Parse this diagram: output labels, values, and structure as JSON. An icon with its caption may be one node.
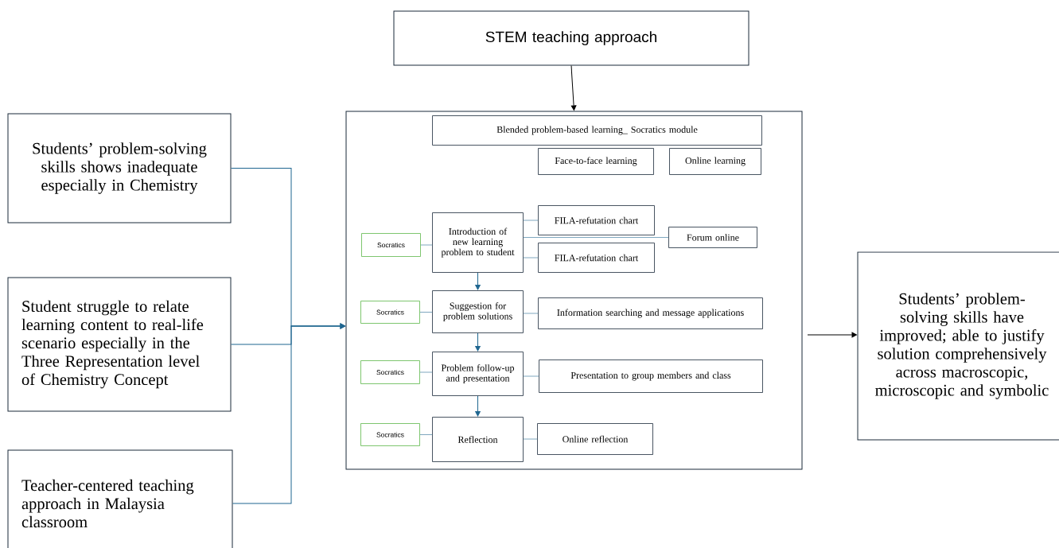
{
  "diagram": {
    "nodes": [
      {
        "text": [
          "STEM teaching approach"
        ]
      },
      {
        "text": [
          "Students’ problem-solving skills shows inadequate especially in Chemistry"
        ]
      },
      {
        "text": [
          "Student struggle to relate learning content to real-life scenario especially in the Three Representation level of Chemistry Concept"
        ]
      },
      {
        "text": [
          "Teacher-centered teaching approach in Malaysia classroom"
        ]
      },
      {
        "text": [],
        "shape": "box"
      },
      {
        "text": [
          "Blended problem-based learning_ Socratics module"
        ],
        "in": 4
      },
      {
        "text": [
          "Face-to-face learning"
        ],
        "in": 4
      },
      {
        "text": [
          "Online  learning"
        ],
        "in": 4
      },
      {
        "text": [
          "Socratics"
        ],
        "in": 4
      },
      {
        "text": [
          "Introduction of new learning problem to student"
        ],
        "in": 4
      },
      {
        "text": [
          "FILA-refutation chart"
        ],
        "in": 4
      },
      {
        "text": [
          "Forum online"
        ],
        "in": 4
      },
      {
        "text": [
          "FILA-refutation chart"
        ],
        "in": 4
      },
      {
        "text": [
          "Socratics"
        ],
        "in": 4
      },
      {
        "text": [
          "Suggestion for problem solutions"
        ],
        "in": 4
      },
      {
        "text": [
          "Information searching and message applications"
        ],
        "in": 4
      },
      {
        "text": [
          "Socratics"
        ],
        "in": 4
      },
      {
        "text": [
          "Problem follow-up and presentation"
        ],
        "in": 4
      },
      {
        "text": [
          "Presentation to group members and class"
        ],
        "in": 4
      },
      {
        "text": [
          "Socratics"
        ],
        "in": 4
      },
      {
        "text": [
          "Reflection"
        ],
        "in": 4
      },
      {
        "text": [
          "Online reflection"
        ],
        "in": 4
      },
      {
        "text": [
          "Students’ problem-solving skills have improved; able to justify solution comprehensively across macroscopic, microscopic and symbolic"
        ]
      }
    ],
    "edges": [
      {
        "from": 0,
        "to": 4,
        "arrow": "to",
        "color": "#000000"
      },
      {
        "from": 1,
        "to": 4,
        "arrow": "to",
        "color": "#1f6690"
      },
      {
        "from": 2,
        "to": 4,
        "arrow": "to",
        "color": "#1f6690"
      },
      {
        "from": 3,
        "to": 4,
        "arrow": "to",
        "color": "#1f6690"
      },
      {
        "from": 4,
        "to": 22,
        "arrow": "to",
        "color": "#000000"
      },
      {
        "from": 8,
        "to": 9,
        "arrow": "none"
      },
      {
        "from": 9,
        "to": 10,
        "arrow": "none"
      },
      {
        "from": 9,
        "to": 11,
        "arrow": "none"
      },
      {
        "from": 9,
        "to": 12,
        "arrow": "none"
      },
      {
        "from": 9,
        "to": 14,
        "arrow": "to",
        "color": "#1f6690"
      },
      {
        "from": 13,
        "to": 14,
        "arrow": "none"
      },
      {
        "from": 14,
        "to": 15,
        "arrow": "none"
      },
      {
        "from": 14,
        "to": 17,
        "arrow": "to",
        "color": "#1f6690"
      },
      {
        "from": 16,
        "to": 17,
        "arrow": "none"
      },
      {
        "from": 17,
        "to": 18,
        "arrow": "none"
      },
      {
        "from": 17,
        "to": 20,
        "arrow": "to",
        "color": "#1f6690"
      },
      {
        "from": 19,
        "to": 20,
        "arrow": "none"
      },
      {
        "from": 20,
        "to": 21,
        "arrow": "none"
      }
    ]
  }
}
